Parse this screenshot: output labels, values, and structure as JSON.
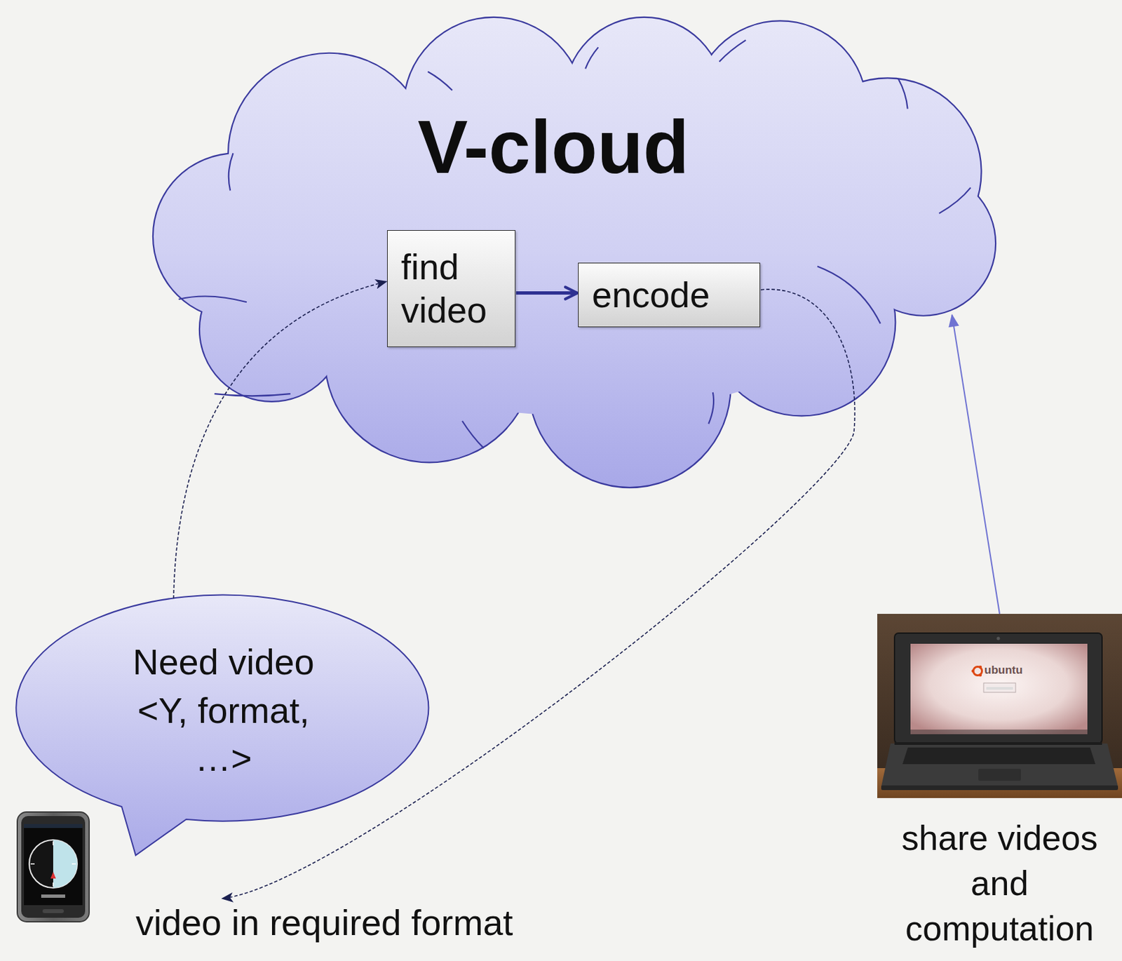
{
  "diagram": {
    "nodes": [
      {
        "text": [
          "V-cloud"
        ]
      },
      {
        "text": [
          "find video"
        ],
        "in": 0
      },
      {
        "text": [
          "encode"
        ],
        "in": 0
      },
      {
        "text": [
          "Need video <Y, format, …>"
        ]
      },
      {
        "text": [
          "video in required format"
        ]
      },
      {
        "text": [
          "share videos and computation"
        ]
      }
    ],
    "edges": [
      {
        "from": 3,
        "to": 1,
        "arrow": "to"
      },
      {
        "from": 1,
        "to": 2,
        "arrow": "to"
      },
      {
        "from": 2,
        "to": 4,
        "arrow": "to"
      },
      {
        "from": 5,
        "to": 0,
        "arrow": "to"
      }
    ],
    "labels": [
      "ubuntu"
    ]
  }
}
